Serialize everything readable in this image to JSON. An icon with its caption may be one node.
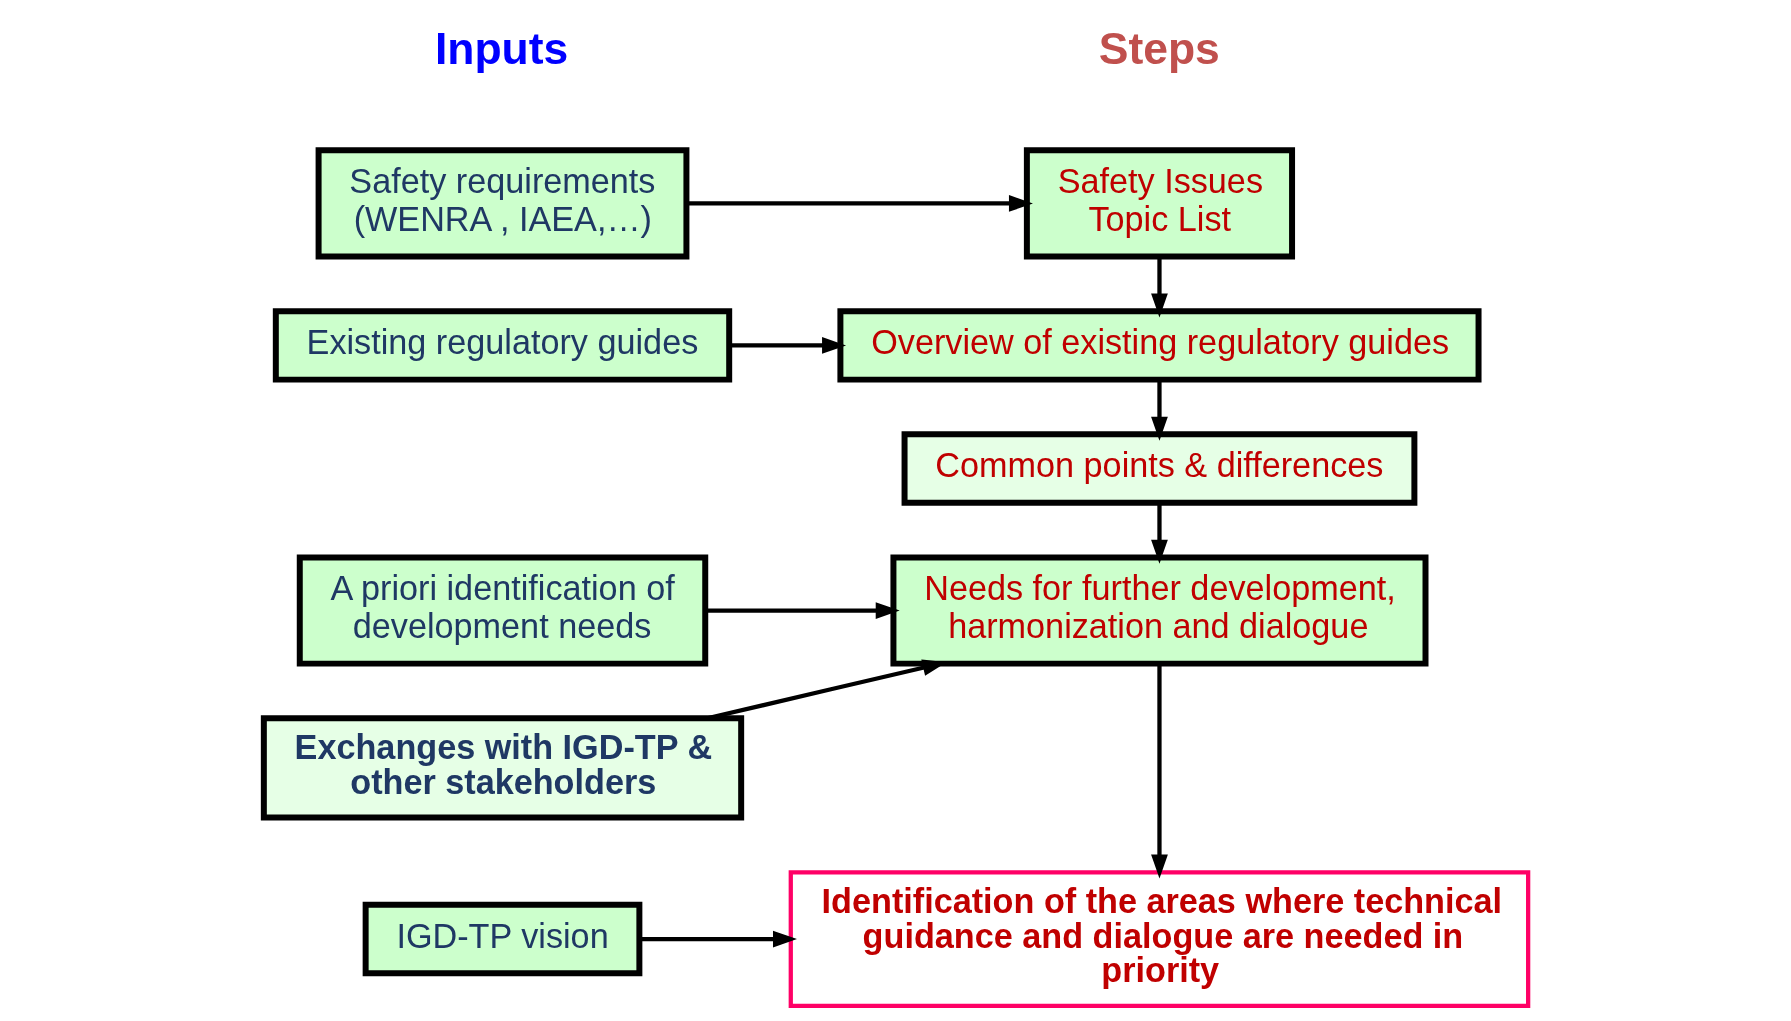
{
  "diagram": {
    "nodes": [
      {
        "text": [
          "Safety requirements (WENRA , IAEA,…)"
        ]
      },
      {
        "text": [
          "Existing regulatory guides"
        ]
      },
      {
        "text": [
          "A priori identification of development needs"
        ]
      },
      {
        "text": [
          "Exchanges with IGD-TP & other stakeholders"
        ]
      },
      {
        "text": [
          "IGD-TP vision"
        ]
      },
      {
        "text": [
          "Safety Issues Topic List"
        ]
      },
      {
        "text": [
          "Overview of existing regulatory guides"
        ]
      },
      {
        "text": [
          "Common points & differences"
        ]
      },
      {
        "text": [
          "Needs for further development, harmonization and dialogue"
        ]
      },
      {
        "text": [
          "Identification of the areas where technical guidance and dialogue are needed in priority"
        ]
      }
    ],
    "edges": [
      {
        "from": 0,
        "to": 5,
        "arrow": "to"
      },
      {
        "from": 5,
        "to": 6,
        "arrow": "to"
      },
      {
        "from": 1,
        "to": 6,
        "arrow": "to"
      },
      {
        "from": 6,
        "to": 7,
        "arrow": "to"
      },
      {
        "from": 7,
        "to": 8,
        "arrow": "to"
      },
      {
        "from": 2,
        "to": 8,
        "arrow": "to"
      },
      {
        "from": 3,
        "to": 8,
        "arrow": "to"
      },
      {
        "from": 8,
        "to": 9,
        "arrow": "to"
      },
      {
        "from": 4,
        "to": 9,
        "arrow": "to"
      }
    ],
    "labels": [
      "Inputs",
      "Steps"
    ]
  }
}
